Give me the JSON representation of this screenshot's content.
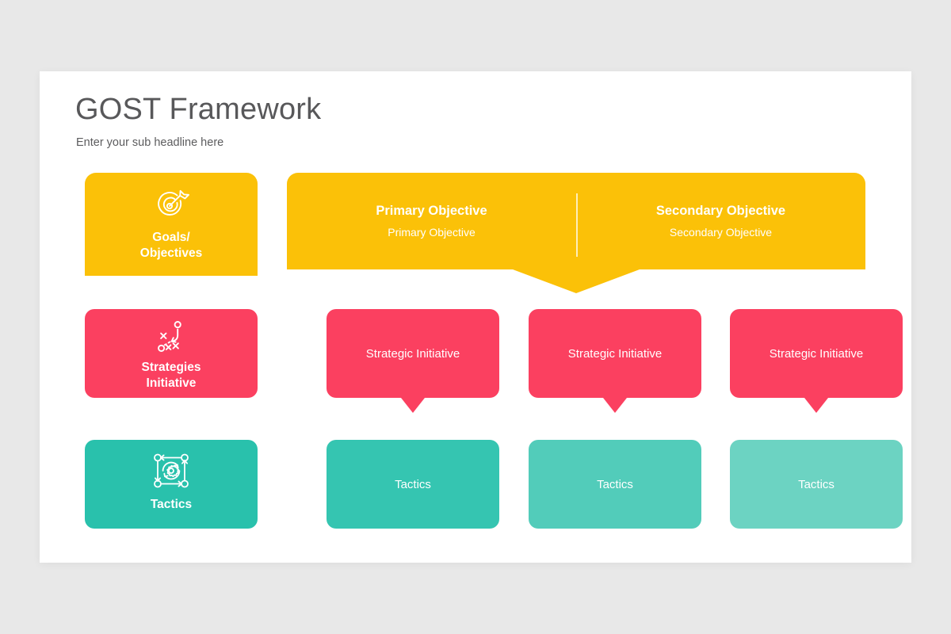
{
  "slide": {
    "title": "GOST Framework",
    "subtitle": "Enter your sub headline here",
    "background_color": "#e8e8e8",
    "canvas_color": "#ffffff"
  },
  "colors": {
    "goals_yellow": "#fbc108",
    "strategies_red": "#fb4060",
    "tactics_teal_1": "#29c1ac",
    "tactics_teal_2": "#35c5b1",
    "tactics_teal_3": "#52ccba",
    "tactics_teal_4": "#6cd3c2",
    "title_gray": "#58585a"
  },
  "goals_row": {
    "label_card": {
      "icon": "target-arrow-icon",
      "title": "Goals/\nObjectives",
      "title_line_1": "Goals/",
      "title_line_2": "Objectives"
    },
    "banner": {
      "columns": [
        {
          "heading": "Primary Objective",
          "sub": "Primary Objective"
        },
        {
          "heading": "Secondary Objective",
          "sub": "Secondary Objective"
        }
      ]
    }
  },
  "strategies_row": {
    "label_card": {
      "icon": "strategy-playbook-icon",
      "title_line_1": "Strategies",
      "title_line_2": "Initiative"
    },
    "items": [
      {
        "label": "Strategic Initiative"
      },
      {
        "label": "Strategic Initiative"
      },
      {
        "label": "Strategic Initiative"
      }
    ]
  },
  "tactics_row": {
    "label_card": {
      "icon": "gear-process-icon",
      "title": "Tactics"
    },
    "items": [
      {
        "label": "Tactics"
      },
      {
        "label": "Tactics"
      },
      {
        "label": "Tactics"
      }
    ]
  }
}
